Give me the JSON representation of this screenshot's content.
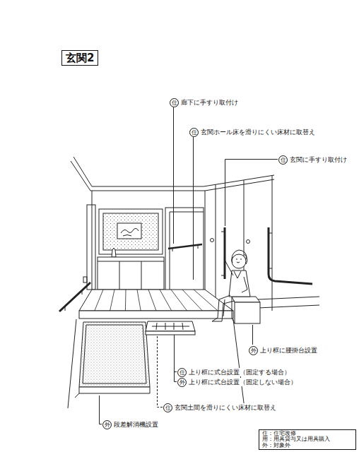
{
  "diagram": {
    "title": "玄関2",
    "labels": [
      "住",
      "廊下に手すり取付け",
      "住",
      "玄関ホール床を滑りにくい床材に取替え",
      "住",
      "玄関に手すり取付け",
      "外",
      "上り框に腰掛台設置",
      "住",
      "上り框に式台設置（固定する場合）",
      "外",
      "上り框に式台設置（固定しない場合）",
      "住",
      "玄関土間を滑りにくい床材に取替え",
      "外",
      "段差解消機設置"
    ],
    "legend": [
      {
        "text": "住：住宅改修"
      },
      {
        "text": "用：用具貸与又は用具購入"
      },
      {
        "text": "外：対象外"
      }
    ]
  }
}
